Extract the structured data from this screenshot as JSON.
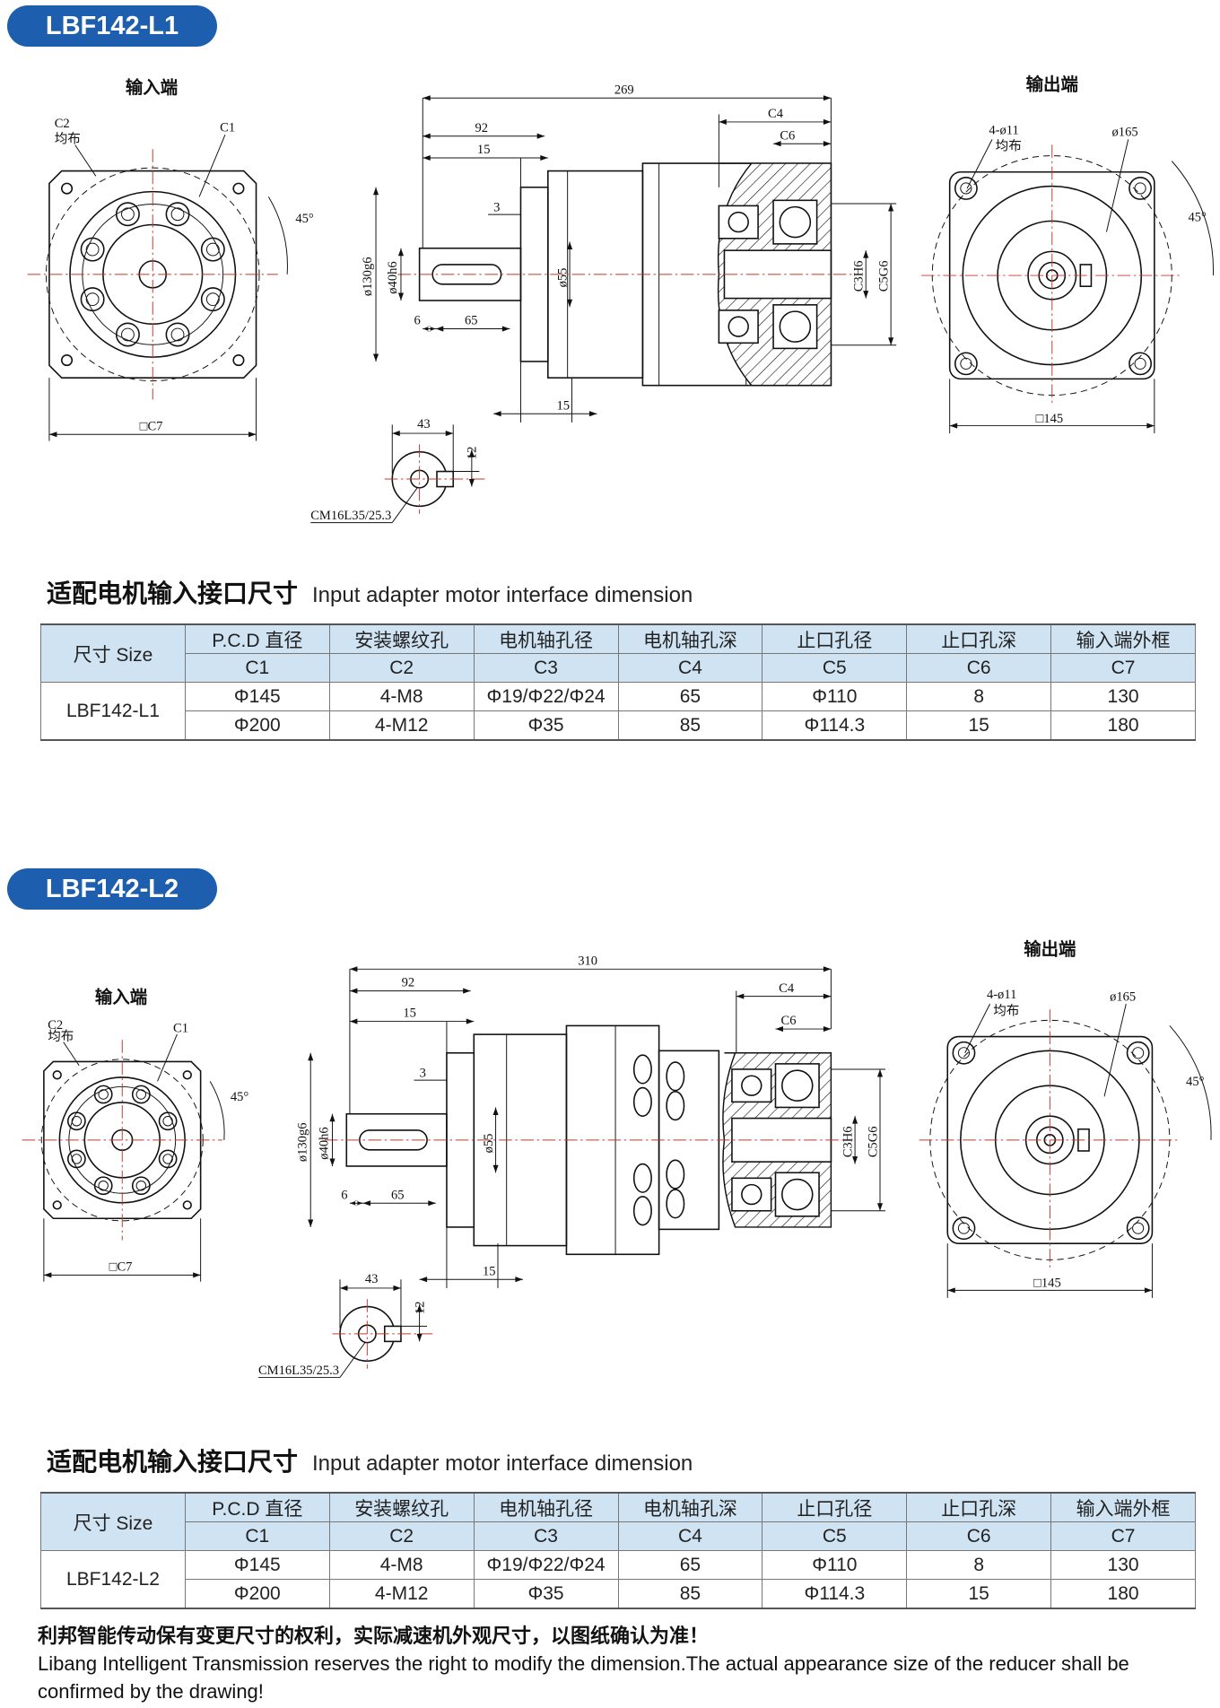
{
  "sections": [
    {
      "model": "LBF142-L1",
      "drawing": {
        "input_label": "输入端",
        "output_label": "输出端",
        "input": {
          "c2": "C2",
          "even": "均布",
          "c1": "C1",
          "angle": "45°",
          "c7": "□C7"
        },
        "side": {
          "total": "269",
          "d92": "92",
          "d15a": "15",
          "d3": "3",
          "c4": "C4",
          "c6": "C6",
          "d130": "ø130g6",
          "d40": "ø40h6",
          "d55": "ø55",
          "c3": "C3H6",
          "c5": "C5G6",
          "d6": "6",
          "d65": "65",
          "d15b": "15"
        },
        "key": {
          "w": "43",
          "h": "12",
          "thread": "CM16L35/25.3"
        },
        "output": {
          "holes": "4-ø11",
          "even": "均布",
          "pcd": "ø165",
          "angle": "45°",
          "square": "□145"
        }
      },
      "heading_cn": "适配电机输入接口尺寸",
      "heading_en": "Input adapter motor interface dimension",
      "table": {
        "header_row1": [
          "尺寸 Size",
          "P.C.D 直径",
          "安装螺纹孔",
          "电机轴孔径",
          "电机轴孔深",
          "止口孔径",
          "止口孔深",
          "输入端外框"
        ],
        "header_row2": [
          "C1",
          "C2",
          "C3",
          "C4",
          "C5",
          "C6",
          "C7"
        ],
        "model": "LBF142-L1",
        "rows": [
          [
            "Φ145",
            "4-M8",
            "Φ19/Φ22/Φ24",
            "65",
            "Φ110",
            "8",
            "130"
          ],
          [
            "Φ200",
            "4-M12",
            "Φ35",
            "85",
            "Φ114.3",
            "15",
            "180"
          ]
        ]
      }
    },
    {
      "model": "LBF142-L2",
      "drawing": {
        "input_label": "输入端",
        "output_label": "输出端",
        "input": {
          "c2": "C2",
          "even": "均布",
          "c1": "C1",
          "angle": "45°",
          "c7": "□C7"
        },
        "side": {
          "total": "310",
          "d92": "92",
          "d15a": "15",
          "d3": "3",
          "c4": "C4",
          "c6": "C6",
          "d130": "ø130g6",
          "d40": "ø40h6",
          "d55": "ø55",
          "c3": "C3H6",
          "c5": "C5G6",
          "d6": "6",
          "d65": "65",
          "d15b": "15"
        },
        "key": {
          "w": "43",
          "h": "12",
          "thread": "CM16L35/25.3"
        },
        "output": {
          "holes": "4-ø11",
          "even": "均布",
          "pcd": "ø165",
          "angle": "45°",
          "square": "□145"
        }
      },
      "heading_cn": "适配电机输入接口尺寸",
      "heading_en": "Input adapter motor interface dimension",
      "table": {
        "header_row1": [
          "尺寸 Size",
          "P.C.D 直径",
          "安装螺纹孔",
          "电机轴孔径",
          "电机轴孔深",
          "止口孔径",
          "止口孔深",
          "输入端外框"
        ],
        "header_row2": [
          "C1",
          "C2",
          "C3",
          "C4",
          "C5",
          "C6",
          "C7"
        ],
        "model": "LBF142-L2",
        "rows": [
          [
            "Φ145",
            "4-M8",
            "Φ19/Φ22/Φ24",
            "65",
            "Φ110",
            "8",
            "130"
          ],
          [
            "Φ200",
            "4-M12",
            "Φ35",
            "85",
            "Φ114.3",
            "15",
            "180"
          ]
        ]
      }
    }
  ],
  "footer": {
    "cn": "利邦智能传动保有变更尺寸的权利，实际减速机外观尺寸，以图纸确认为准！",
    "en": "Libang Intelligent Transmission reserves the right to modify the dimension.The actual appearance size of the reducer shall be confirmed by the drawing!"
  },
  "colors": {
    "badge": "#1d5fae",
    "table_header": "#cfe3f3",
    "centerline": "#c0392b"
  }
}
